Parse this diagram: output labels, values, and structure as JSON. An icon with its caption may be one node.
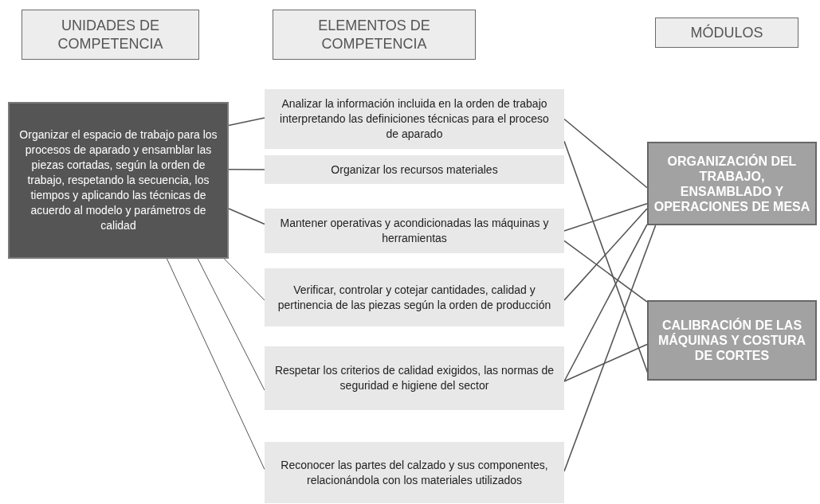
{
  "diagram": {
    "nodes": [
      {
        "text": [
          "UNIDADES DE COMPETENCIA"
        ]
      },
      {
        "text": [
          "ELEMENTOS DE COMPETENCIA"
        ]
      },
      {
        "text": [
          "MÓDULOS"
        ]
      },
      {
        "text": [
          "Organizar el espacio de trabajo para los procesos de aparado y ensamblar las piezas cortadas, según la orden de trabajo, respetando la secuencia, los tiempos y aplicando las técnicas de acuerdo al modelo y parámetros de calidad"
        ]
      },
      {
        "text": [
          "Analizar la información incluida en la orden de trabajo interpretando las definiciones técnicas para el proceso de aparado"
        ]
      },
      {
        "text": [
          "Organizar los recursos materiales"
        ]
      },
      {
        "text": [
          "Mantener operativas y acondicionadas las máquinas y herramientas"
        ]
      },
      {
        "text": [
          "Verificar, controlar y cotejar cantidades, calidad y pertinencia de las piezas según la orden de producción"
        ]
      },
      {
        "text": [
          "Respetar los criterios de calidad exigidos, las normas de seguridad e higiene del sector"
        ]
      },
      {
        "text": [
          "Reconocer las partes del calzado y sus componentes, relacionándola con los materiales utilizados"
        ]
      },
      {
        "text": [
          "ORGANIZACIÓN DEL TRABAJO, ENSAMBLADO Y OPERACIONES DE MESA"
        ]
      },
      {
        "text": [
          "CALIBRACIÓN DE LAS MÁQUINAS Y COSTURA DE CORTES"
        ]
      }
    ],
    "edges": [
      {
        "from": 3,
        "to": 4,
        "arrow": "none"
      },
      {
        "from": 3,
        "to": 5,
        "arrow": "none"
      },
      {
        "from": 3,
        "to": 6,
        "arrow": "none"
      },
      {
        "from": 3,
        "to": 7,
        "arrow": "none"
      },
      {
        "from": 3,
        "to": 8,
        "arrow": "none"
      },
      {
        "from": 3,
        "to": 9,
        "arrow": "none"
      },
      {
        "from": 4,
        "to": 10,
        "arrow": "none"
      },
      {
        "from": 4,
        "to": 11,
        "arrow": "none"
      },
      {
        "from": 6,
        "to": 10,
        "arrow": "none"
      },
      {
        "from": 6,
        "to": 11,
        "arrow": "none"
      },
      {
        "from": 7,
        "to": 10,
        "arrow": "none"
      },
      {
        "from": 8,
        "to": 10,
        "arrow": "none"
      },
      {
        "from": 8,
        "to": 11,
        "arrow": "none"
      },
      {
        "from": 9,
        "to": 10,
        "arrow": "none"
      }
    ]
  }
}
